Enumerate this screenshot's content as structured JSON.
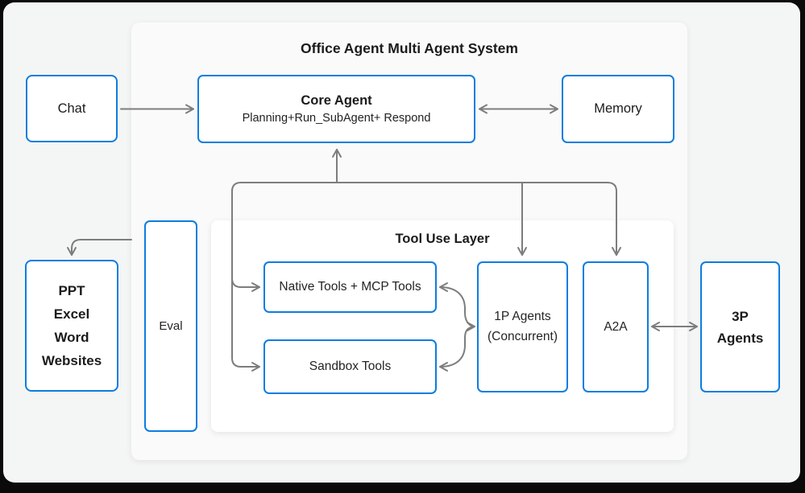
{
  "diagram": {
    "main_panel_title": "Office Agent Multi Agent System",
    "tool_panel_title": "Tool Use Layer"
  },
  "nodes": {
    "chat": {
      "label": "Chat"
    },
    "core_agent": {
      "title": "Core Agent",
      "subtitle": "Planning+Run_SubAgent+ Respond"
    },
    "memory": {
      "label": "Memory"
    },
    "eval": {
      "label": "Eval"
    },
    "output_docs": {
      "lines": [
        "PPT",
        "Excel",
        "Word",
        "Websites"
      ]
    },
    "native_tools": {
      "label": "Native Tools + MCP Tools"
    },
    "sandbox_tools": {
      "label": "Sandbox Tools"
    },
    "first_party_agents": {
      "lines": [
        "1P Agents",
        "(Concurrent)"
      ]
    },
    "a2a": {
      "label": "A2A"
    },
    "third_party_agents": {
      "lines": [
        "3P",
        "Agents"
      ]
    }
  },
  "edges": [
    {
      "from": "chat",
      "to": "core_agent",
      "direction": "one-way"
    },
    {
      "from": "core_agent",
      "to": "memory",
      "direction": "two-way"
    },
    {
      "from": "tool_use_bus",
      "to": "core_agent",
      "direction": "up"
    },
    {
      "from": "tool_use_bus",
      "to": "first_party_agents",
      "direction": "down"
    },
    {
      "from": "tool_use_bus",
      "to": "a2a",
      "direction": "down"
    },
    {
      "from": "tool_use_bus",
      "to": "native_tools",
      "direction": "into"
    },
    {
      "from": "tool_use_bus",
      "to": "sandbox_tools",
      "direction": "into"
    },
    {
      "from": "native_tools",
      "to": "first_party_agents",
      "direction": "two-way-merge"
    },
    {
      "from": "sandbox_tools",
      "to": "first_party_agents",
      "direction": "two-way-merge"
    },
    {
      "from": "a2a",
      "to": "third_party_agents",
      "direction": "two-way"
    },
    {
      "from": "main_panel",
      "to": "output_docs",
      "direction": "one-way"
    }
  ],
  "colors": {
    "accent_blue": "#0c7de0",
    "arrow_gray": "#7d7d7d",
    "text_dark": "#1b1b1b",
    "card_bg": "#f4f5f5",
    "panel_bg": "#fafafa",
    "tool_panel_bg": "#ffffff",
    "page_bg": "#0a0a0a"
  }
}
